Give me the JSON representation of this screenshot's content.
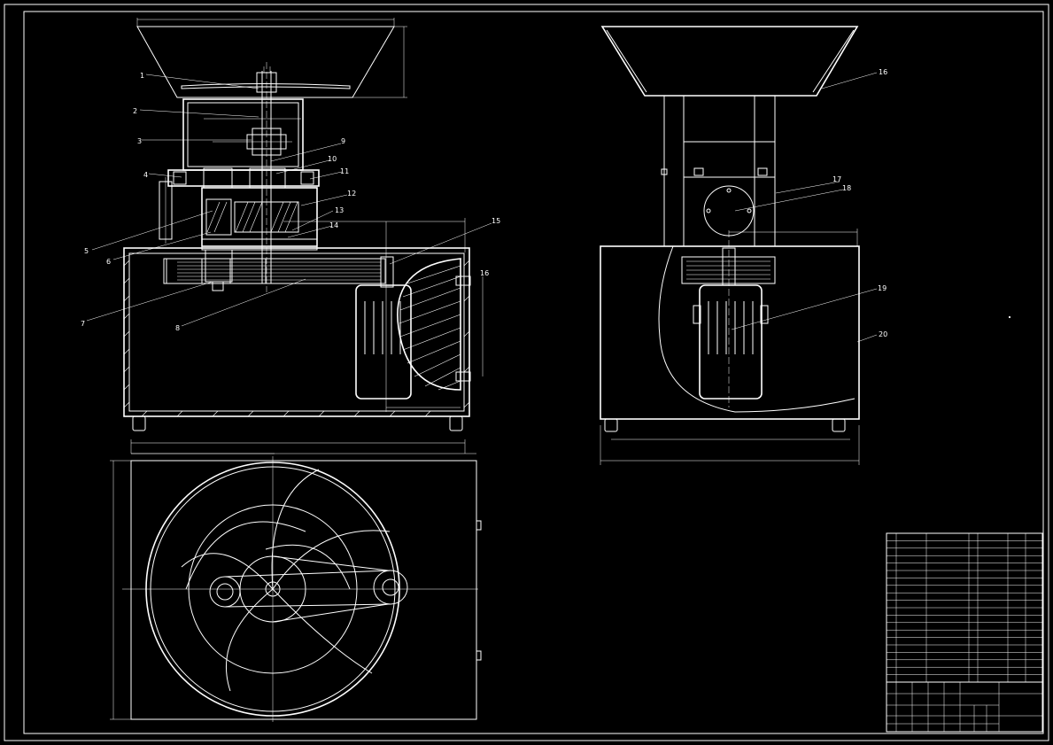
{
  "drawing": {
    "part_labels": [
      "1",
      "2",
      "3",
      "4",
      "5",
      "6",
      "7",
      "8",
      "9",
      "10",
      "11",
      "12",
      "13",
      "14",
      "15",
      "16",
      "17",
      "18",
      "19",
      "20"
    ],
    "leader_tags": {
      "tag_15": "15",
      "tag_16_right": "16",
      "tag_16_top": "16"
    }
  },
  "colors": {
    "background": "#000000",
    "line": "#ffffff"
  }
}
